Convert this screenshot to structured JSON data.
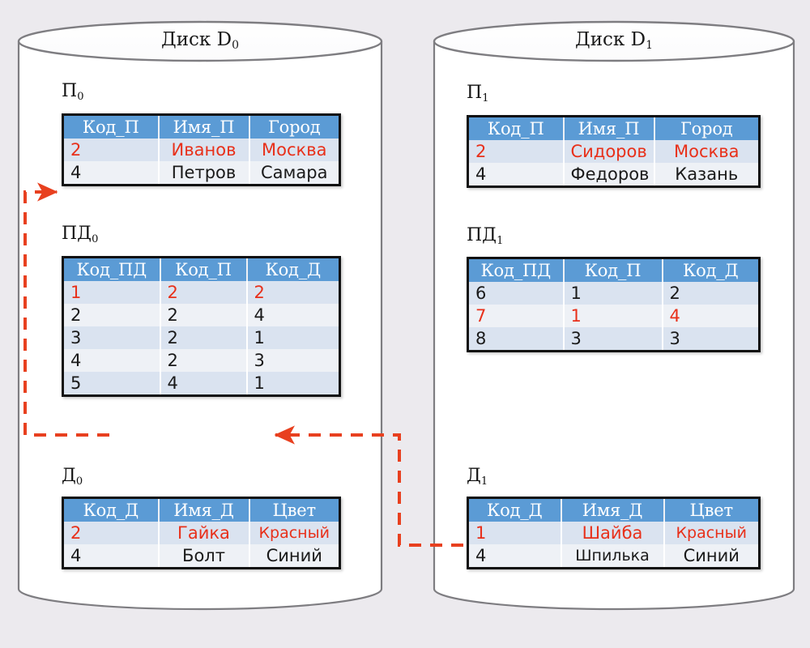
{
  "disks": [
    {
      "id": "d0",
      "title": "Диск D",
      "title_sub": "0",
      "tables": [
        {
          "name": "П",
          "name_sub": "0",
          "columns": [
            "Код_П",
            "Имя_П",
            "Город"
          ],
          "rows": [
            {
              "cells": [
                "2",
                "Иванов",
                "Москва"
              ],
              "red": [
                true,
                true,
                true
              ]
            },
            {
              "cells": [
                "4",
                "Петров",
                "Самара"
              ],
              "red": [
                false,
                false,
                false
              ]
            }
          ]
        },
        {
          "name": "ПД",
          "name_sub": "0",
          "columns": [
            "Код_ПД",
            "Код_П",
            "Код_Д"
          ],
          "rows": [
            {
              "cells": [
                "1",
                "2",
                "2"
              ],
              "red": [
                true,
                true,
                true
              ]
            },
            {
              "cells": [
                "2",
                "2",
                "4"
              ],
              "red": [
                false,
                false,
                false
              ]
            },
            {
              "cells": [
                "3",
                "2",
                "1"
              ],
              "red": [
                false,
                false,
                false
              ]
            },
            {
              "cells": [
                "4",
                "2",
                "3"
              ],
              "red": [
                false,
                false,
                false
              ]
            },
            {
              "cells": [
                "5",
                "4",
                "1"
              ],
              "red": [
                false,
                false,
                false
              ]
            }
          ]
        },
        {
          "name": "Д",
          "name_sub": "0",
          "columns": [
            "Код_Д",
            "Имя_Д",
            "Цвет"
          ],
          "rows": [
            {
              "cells": [
                "2",
                "Гайка",
                "Красный"
              ],
              "red": [
                true,
                true,
                true
              ]
            },
            {
              "cells": [
                "4",
                "Болт",
                "Синий"
              ],
              "red": [
                false,
                false,
                false
              ]
            }
          ]
        }
      ]
    },
    {
      "id": "d1",
      "title": "Диск D",
      "title_sub": "1",
      "tables": [
        {
          "name": "П",
          "name_sub": "1",
          "columns": [
            "Код_П",
            "Имя_П",
            "Город"
          ],
          "rows": [
            {
              "cells": [
                "2",
                "Сидоров",
                "Москва"
              ],
              "red": [
                true,
                true,
                true
              ]
            },
            {
              "cells": [
                "4",
                "Федоров",
                "Казань"
              ],
              "red": [
                false,
                false,
                false
              ]
            }
          ]
        },
        {
          "name": "ПД",
          "name_sub": "1",
          "columns": [
            "Код_ПД",
            "Код_П",
            "Код_Д"
          ],
          "rows": [
            {
              "cells": [
                "6",
                "1",
                "2"
              ],
              "red": [
                false,
                false,
                false
              ]
            },
            {
              "cells": [
                "7",
                "1",
                "4"
              ],
              "red": [
                true,
                true,
                true
              ]
            },
            {
              "cells": [
                "8",
                "3",
                "3"
              ],
              "red": [
                false,
                false,
                false
              ]
            }
          ]
        },
        {
          "name": "Д",
          "name_sub": "1",
          "columns": [
            "Код_Д",
            "Имя_Д",
            "Цвет"
          ],
          "rows": [
            {
              "cells": [
                "1",
                "Шайба",
                "Красный"
              ],
              "red": [
                true,
                true,
                true
              ]
            },
            {
              "cells": [
                "4",
                "Шпилька",
                "Синий"
              ],
              "red": [
                false,
                false,
                false
              ]
            }
          ]
        }
      ]
    }
  ],
  "colors": {
    "header_blue": "#5b9bd5",
    "row_light": "#dae3f0",
    "row_lighter": "#eef1f6",
    "highlight_red": "#e8301a",
    "connector_red": "#e8401f",
    "background": "#eceaee",
    "border_dark": "#111111"
  },
  "connectors": [
    {
      "name": "pd0-row5-to-p0-row4",
      "from": "ПД0 Код_ПД = 5",
      "to": "П0 Код_П = 4"
    },
    {
      "name": "d1-row1-to-pd0-kodd",
      "from": "Д1 Код_Д = 1",
      "to": "ПД0 Код_Д = 1"
    }
  ]
}
